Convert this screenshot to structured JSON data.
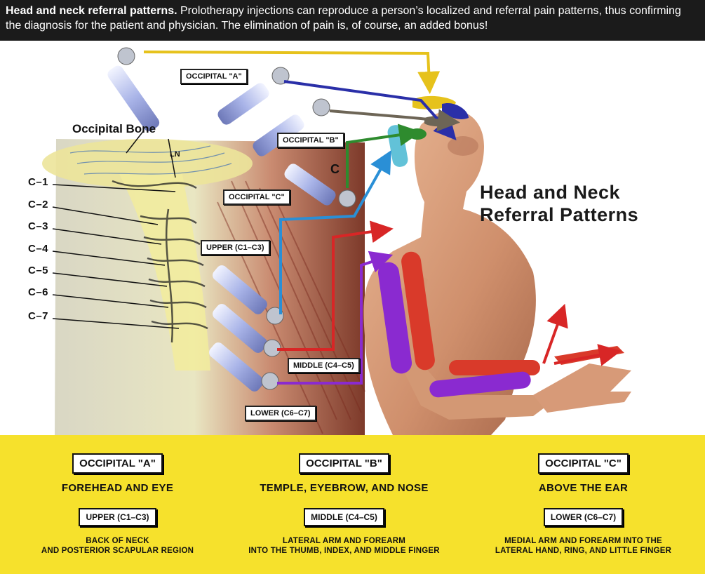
{
  "header": {
    "bold_lead": "Head and neck referral patterns.",
    "body": " Prolotherapy injections can reproduce a person’s localized and referral pain patterns, thus confirming the diagnosis for the patient and physician. The elimination of pain is, of course, an added bonus!"
  },
  "diagram": {
    "title_line1": "Head and Neck",
    "title_line2": "Referral Patterns",
    "occipital_bone": "Occipital Bone",
    "ln": "LN",
    "c_label": "C",
    "vertebrae": [
      "C–1",
      "C–2",
      "C–3",
      "C–4",
      "C–5",
      "C–6",
      "C–7"
    ],
    "callouts": {
      "occ_a": "OCCIPITAL \"A\"",
      "occ_b": "OCCIPITAL \"B\"",
      "occ_c": "OCCIPITAL \"C\"",
      "upper": "UPPER (C1–C3)",
      "middle": "MIDDLE (C4–C5)",
      "lower": "LOWER (C6–C7)"
    },
    "colors": {
      "occ_a": "#2a2fa8",
      "occ_b": "#6d6556",
      "occ_c": "#2e8b2e",
      "upper": "#2a8fd6",
      "middle": "#d82626",
      "lower": "#8a2ad0",
      "top_arrow": "#e6c21c"
    }
  },
  "legend": [
    {
      "title": "OCCIPITAL \"A\"",
      "desc": "FOREHEAD AND EYE",
      "sub_title": "UPPER (C1–C3)",
      "sub_desc_1": "BACK OF NECK",
      "sub_desc_2": "AND POSTERIOR SCAPULAR REGION"
    },
    {
      "title": "OCCIPITAL \"B\"",
      "desc": "TEMPLE, EYEBROW, AND NOSE",
      "sub_title": "MIDDLE (C4–C5)",
      "sub_desc_1": "LATERAL ARM AND FOREARM",
      "sub_desc_2": "INTO THE THUMB, INDEX, AND MIDDLE FINGER"
    },
    {
      "title": "OCCIPITAL \"C\"",
      "desc": "ABOVE THE EAR",
      "sub_title": "LOWER (C6–C7)",
      "sub_desc_1": "MEDIAL ARM AND FOREARM INTO THE",
      "sub_desc_2": "LATERAL HAND, RING, AND LITTLE FINGER"
    }
  ]
}
